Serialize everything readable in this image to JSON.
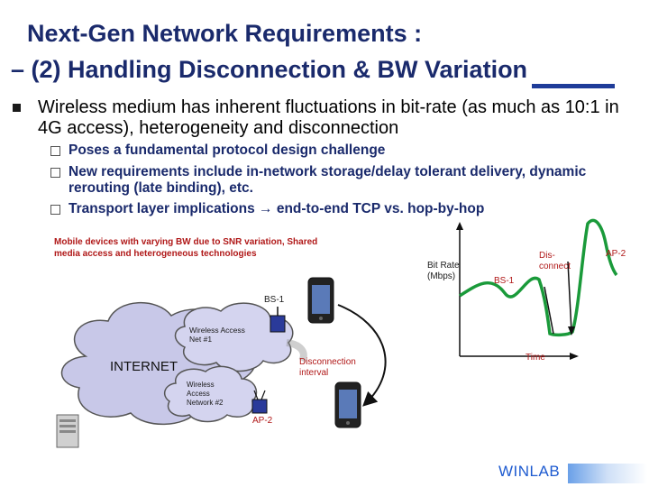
{
  "title": {
    "line1": "Next-Gen Network Requirements :",
    "line2": "– (2) Handling Disconnection & BW Variation"
  },
  "main_bullet": "Wireless medium has inherent fluctuations in bit-rate (as much as 10:1 in 4G access), heterogeneity and disconnection",
  "sub_bullets": [
    "Poses a fundamental protocol design challenge",
    "New requirements include in-network storage/delay tolerant delivery, dynamic rerouting (late binding), etc.",
    "Transport layer implications → end-to-end TCP vs. hop-by-hop"
  ],
  "diagram": {
    "caption": "Mobile devices with varying BW due to SNR variation, Shared media access and heterogeneous technologies",
    "bs1_label": "BS-1",
    "ap2_label": "AP-2",
    "wireless_net1": "Wireless Access Net #1",
    "wireless_net2": "Wireless Access Network #2",
    "internet_label": "INTERNET",
    "disconnection_label": "Disconnection interval"
  },
  "graph": {
    "y_label": "Bit Rate (Mbps)",
    "x_label": "Time",
    "bs1_label": "BS-1",
    "disconnect_label": "Dis- connect",
    "ap2_label": "AP-2"
  },
  "footer": {
    "logo": "WINLAB"
  }
}
